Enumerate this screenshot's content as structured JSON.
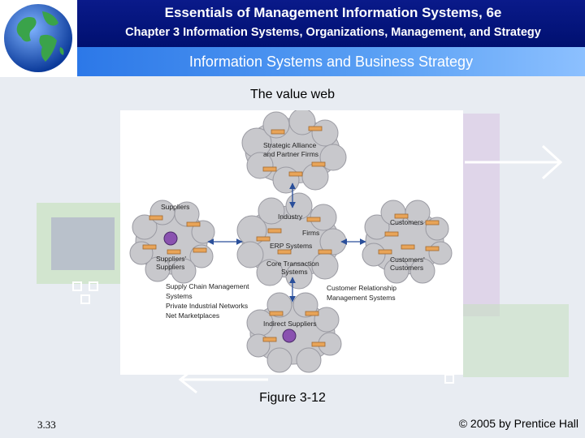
{
  "header": {
    "title": "Essentials of Management Information Systems, 6e",
    "subtitle": "Chapter 3 Information Systems, Organizations, Management, and Strategy"
  },
  "band": {
    "title": "Information Systems and Business Strategy"
  },
  "slide": {
    "subtitle": "The value web"
  },
  "figure": {
    "strategic_line1": "Strategic Alliance",
    "strategic_line2": "and Partner Firms",
    "industry": "Industry",
    "firms": "Firms",
    "erp": "ERP Systems",
    "core_line1": "Core Transaction",
    "core_line2": "Systems",
    "suppliers": "Suppliers",
    "suppliers2_line1": "Suppliers'",
    "suppliers2_line2": "Suppliers",
    "customers": "Customers",
    "customers2_line1": "Customers'",
    "customers2_line2": "Customers",
    "indirect": "Indirect Suppliers",
    "scm_line1": "Supply Chain Management",
    "scm_line2": "Systems",
    "scm_line3": "Private Industrial Networks",
    "scm_line4": "Net Marketplaces",
    "crm_line1": "Customer Relationship",
    "crm_line2": "Management Systems"
  },
  "caption": "Figure 3-12",
  "footer": {
    "slide_number": "3.33",
    "copyright": "© 2005 by Prentice Hall"
  },
  "colors": {
    "header": "#0a1a8a",
    "band": "#3a86ee",
    "cloud": "#c8c8cc",
    "box": "#e8a458",
    "dot": "#8a52b0",
    "arrow": "#2a4f9a"
  }
}
